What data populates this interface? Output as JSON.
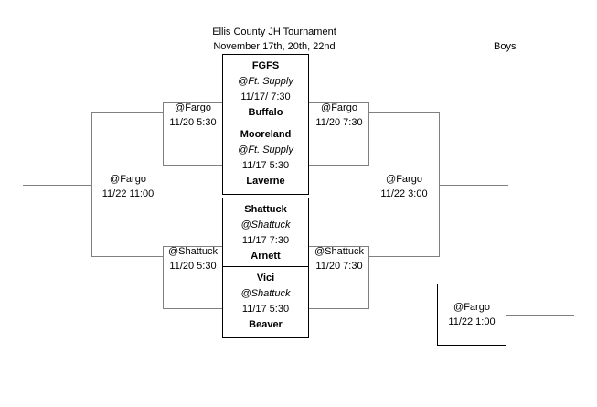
{
  "header": {
    "title": "Ellis County JH Tournament",
    "dates": "November 17th, 20th, 22nd",
    "division": "Boys"
  },
  "first_round": [
    {
      "id": "game-1",
      "top_team": "FGFS",
      "venue": "@Ft. Supply",
      "when": "11/17/ 7:30",
      "bottom_team": "Buffalo"
    },
    {
      "id": "game-2",
      "top_team": "Mooreland",
      "venue": "@Ft. Supply",
      "when": "11/17 5:30",
      "bottom_team": "Laverne"
    },
    {
      "id": "game-3",
      "top_team": "Shattuck",
      "venue": "@Shattuck",
      "when": "11/17 7:30",
      "bottom_team": "Arnett"
    },
    {
      "id": "game-4",
      "top_team": "Vici",
      "venue": "@Shattuck",
      "when": "11/17 5:30",
      "bottom_team": "Beaver"
    }
  ],
  "semifinals": [
    {
      "id": "semi-upper-left",
      "site": "@Fargo",
      "when": "11/20 5:30"
    },
    {
      "id": "semi-upper-right",
      "site": "@Fargo",
      "when": "11/20 7:30"
    },
    {
      "id": "semi-lower-left",
      "site": "@Shattuck",
      "when": "11/20 5:30"
    },
    {
      "id": "semi-lower-right",
      "site": "@Shattuck",
      "when": "11/20 7:30"
    }
  ],
  "finals": [
    {
      "id": "final-left",
      "site": "@Fargo",
      "when": "11/22 11:00"
    },
    {
      "id": "final-right",
      "site": "@Fargo",
      "when": "11/22 3:00"
    }
  ],
  "consolation": {
    "site": "@Fargo",
    "when": "11/22 1:00"
  },
  "colors": {
    "box_border": "#000000",
    "bracket_line": "#808080",
    "text": "#000000",
    "background": "#ffffff"
  }
}
